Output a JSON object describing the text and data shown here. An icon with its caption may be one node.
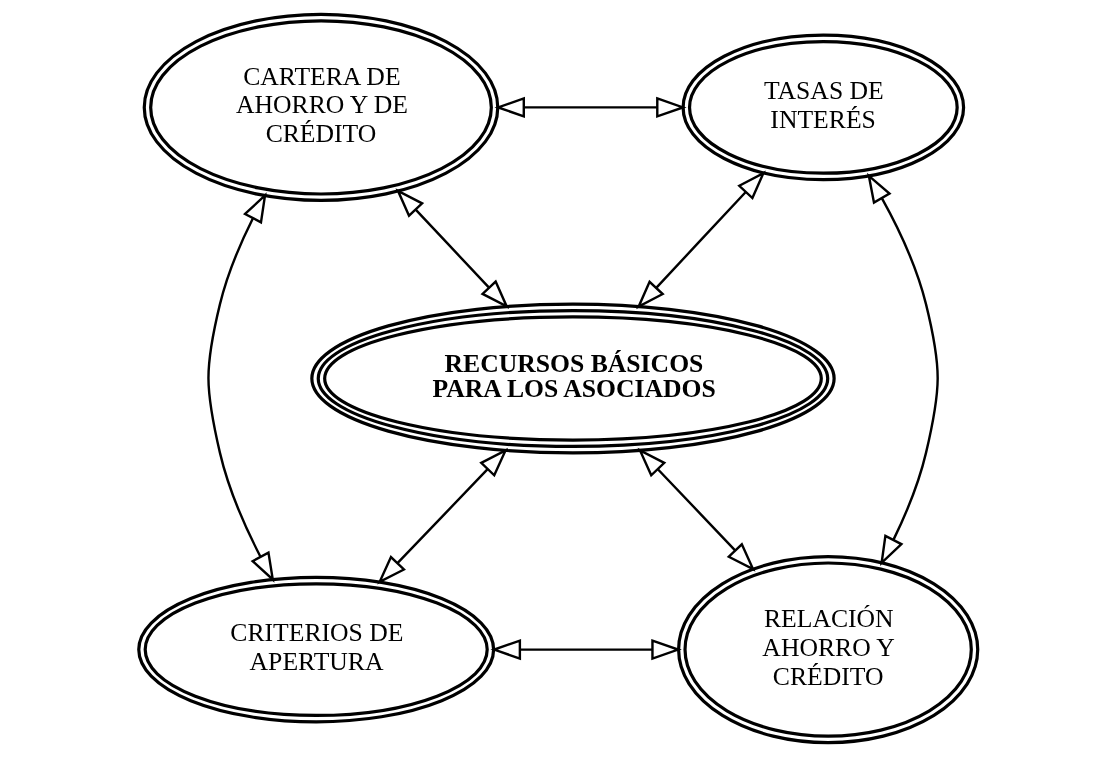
{
  "diagram": {
    "nodes": [
      {
        "text": [
          "CARTERA DE AHORRO Y DE CRÉDITO"
        ]
      },
      {
        "text": [
          "TASAS DE INTERÉS"
        ]
      },
      {
        "text": [
          "RECURSOS BÁSICOS PARA LOS ASOCIADOS"
        ]
      },
      {
        "text": [
          "CRITERIOS DE APERTURA"
        ]
      },
      {
        "text": [
          "RELACIÓN AHORRO Y CRÉDITO"
        ]
      }
    ],
    "edges": [
      {
        "from": 0,
        "to": 1,
        "arrow": "both"
      },
      {
        "from": 0,
        "to": 2,
        "arrow": "both"
      },
      {
        "from": 1,
        "to": 2,
        "arrow": "both"
      },
      {
        "from": 0,
        "to": 3,
        "arrow": "both"
      },
      {
        "from": 1,
        "to": 4,
        "arrow": "both"
      },
      {
        "from": 3,
        "to": 2,
        "arrow": "both"
      },
      {
        "from": 2,
        "to": 4,
        "arrow": "both"
      },
      {
        "from": 3,
        "to": 4,
        "arrow": "both"
      }
    ]
  }
}
